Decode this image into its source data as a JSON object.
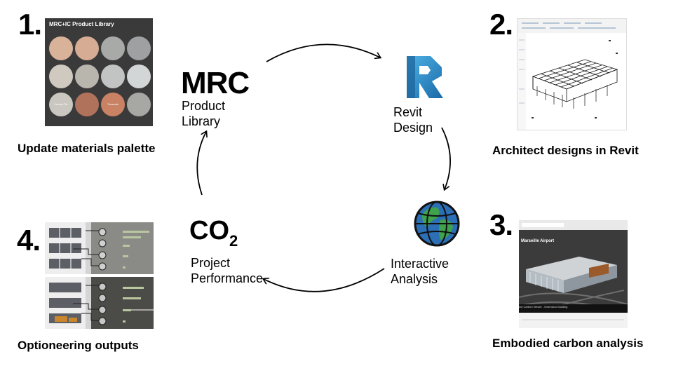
{
  "steps": {
    "step1": {
      "number": "1.",
      "caption": "Update materials palette"
    },
    "step2": {
      "number": "2.",
      "caption": "Architect designs in Revit"
    },
    "step3": {
      "number": "3.",
      "caption": "Embodied carbon analysis"
    },
    "step4": {
      "number": "4.",
      "caption": "Optioneering outputs"
    }
  },
  "library": {
    "title": "MRC+IC Product Library",
    "swatches": [
      {
        "label": "",
        "color": "#d9b29a"
      },
      {
        "label": "",
        "color": "#d6ad94"
      },
      {
        "label": "",
        "color": "#a8aaa8"
      },
      {
        "label": "",
        "color": "#9ea0a2"
      },
      {
        "label": "",
        "color": "#cfc9bf"
      },
      {
        "label": "",
        "color": "#b9b6ae"
      },
      {
        "label": "",
        "color": "#c2c4c4"
      },
      {
        "label": "",
        "color": "#d3d6d6"
      },
      {
        "label": "Ceramic Tile",
        "color": "#c9c7c0"
      },
      {
        "label": "",
        "color": "#b1725c"
      },
      {
        "label": "Terracotta",
        "color": "#c98264"
      },
      {
        "label": "",
        "color": "#a7a7a3"
      }
    ]
  },
  "cycle": {
    "mrc": {
      "title": "MRC",
      "line1": "Product",
      "line2": "Library"
    },
    "revit": {
      "logo_letter": "R",
      "line1": "Revit",
      "line2": "Design",
      "logo_color": "#2a7fb8"
    },
    "analysis": {
      "line1": "Interactive",
      "line2": "Analysis"
    },
    "co2": {
      "main": "CO",
      "sub": "2",
      "line1": "Project",
      "line2": "Performance"
    }
  },
  "analysis_panel": {
    "title": "Marseille Airport",
    "footer": "ied Carbon Viewer - Extension Building"
  },
  "icons": {
    "revit": "revit-logo-icon",
    "globe": "globe-icon"
  }
}
